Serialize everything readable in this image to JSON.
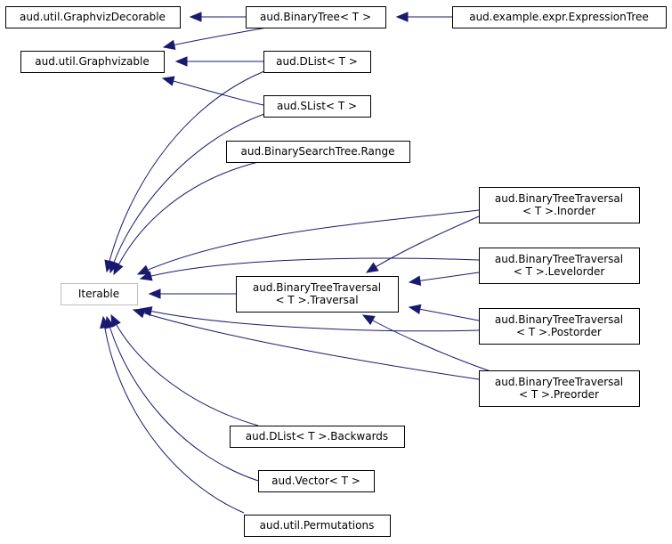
{
  "nodes": [
    {
      "id": "graphviz_decorable",
      "lines": [
        "aud.util.GraphvizDecorable"
      ]
    },
    {
      "id": "binary_tree",
      "lines": [
        "aud.BinaryTree< T >"
      ]
    },
    {
      "id": "expression_tree",
      "lines": [
        "aud.example.expr.ExpressionTree"
      ]
    },
    {
      "id": "graphvizable",
      "lines": [
        "aud.util.Graphvizable"
      ]
    },
    {
      "id": "dlist",
      "lines": [
        "aud.DList< T >"
      ]
    },
    {
      "id": "slist",
      "lines": [
        "aud.SList< T >"
      ]
    },
    {
      "id": "bst_range",
      "lines": [
        "aud.BinarySearchTree.Range"
      ]
    },
    {
      "id": "iterable",
      "lines": [
        "Iterable"
      ]
    },
    {
      "id": "traversal",
      "lines": [
        "aud.BinaryTreeTraversal",
        "< T >.Traversal"
      ]
    },
    {
      "id": "inorder",
      "lines": [
        "aud.BinaryTreeTraversal",
        "< T >.Inorder"
      ]
    },
    {
      "id": "levelorder",
      "lines": [
        "aud.BinaryTreeTraversal",
        "< T >.Levelorder"
      ]
    },
    {
      "id": "postorder",
      "lines": [
        "aud.BinaryTreeTraversal",
        "< T >.Postorder"
      ]
    },
    {
      "id": "preorder",
      "lines": [
        "aud.BinaryTreeTraversal",
        "< T >.Preorder"
      ]
    },
    {
      "id": "dlist_backwards",
      "lines": [
        "aud.DList< T >.Backwards"
      ]
    },
    {
      "id": "vector",
      "lines": [
        "aud.Vector< T >"
      ]
    },
    {
      "id": "permutations",
      "lines": [
        "aud.util.Permutations"
      ]
    }
  ],
  "edges": [
    {
      "from": "binary_tree",
      "to": "graphviz_decorable"
    },
    {
      "from": "expression_tree",
      "to": "binary_tree"
    },
    {
      "from": "binary_tree",
      "to": "graphvizable"
    },
    {
      "from": "dlist",
      "to": "graphvizable"
    },
    {
      "from": "slist",
      "to": "graphvizable"
    },
    {
      "from": "dlist",
      "to": "iterable"
    },
    {
      "from": "slist",
      "to": "iterable"
    },
    {
      "from": "bst_range",
      "to": "iterable"
    },
    {
      "from": "inorder",
      "to": "iterable"
    },
    {
      "from": "levelorder",
      "to": "iterable"
    },
    {
      "from": "traversal",
      "to": "iterable"
    },
    {
      "from": "postorder",
      "to": "iterable"
    },
    {
      "from": "preorder",
      "to": "iterable"
    },
    {
      "from": "dlist_backwards",
      "to": "iterable"
    },
    {
      "from": "vector",
      "to": "iterable"
    },
    {
      "from": "permutations",
      "to": "iterable"
    },
    {
      "from": "inorder",
      "to": "traversal"
    },
    {
      "from": "levelorder",
      "to": "traversal"
    },
    {
      "from": "postorder",
      "to": "traversal"
    },
    {
      "from": "preorder",
      "to": "traversal"
    }
  ],
  "colors": {
    "edge": "#191970",
    "node_border": "#000000",
    "external_border": "#bfbfbf"
  }
}
